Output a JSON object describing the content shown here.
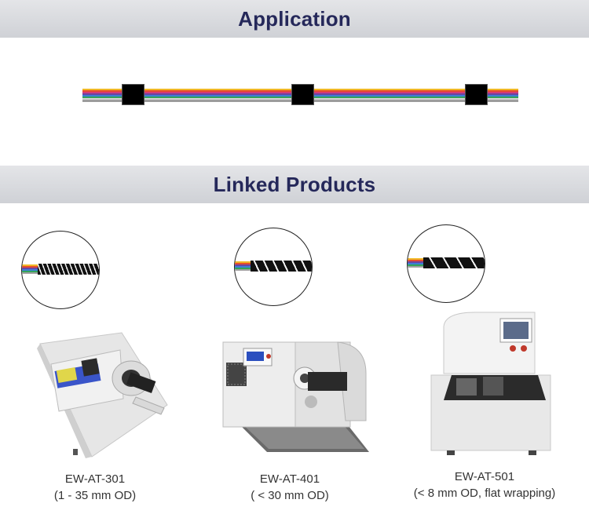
{
  "sections": {
    "application_title": "Application",
    "linked_title": "Linked Products"
  },
  "products": [
    {
      "model": "EW-AT-301",
      "spec": "(1 - 35 mm OD)"
    },
    {
      "model": "EW-AT-401",
      "spec": "( < 30 mm OD)"
    },
    {
      "model": "EW-AT-501",
      "spec": "(< 8 mm OD, flat wrapping)"
    }
  ],
  "colors": {
    "banner_text": "#25285a",
    "tape": "#000000"
  }
}
